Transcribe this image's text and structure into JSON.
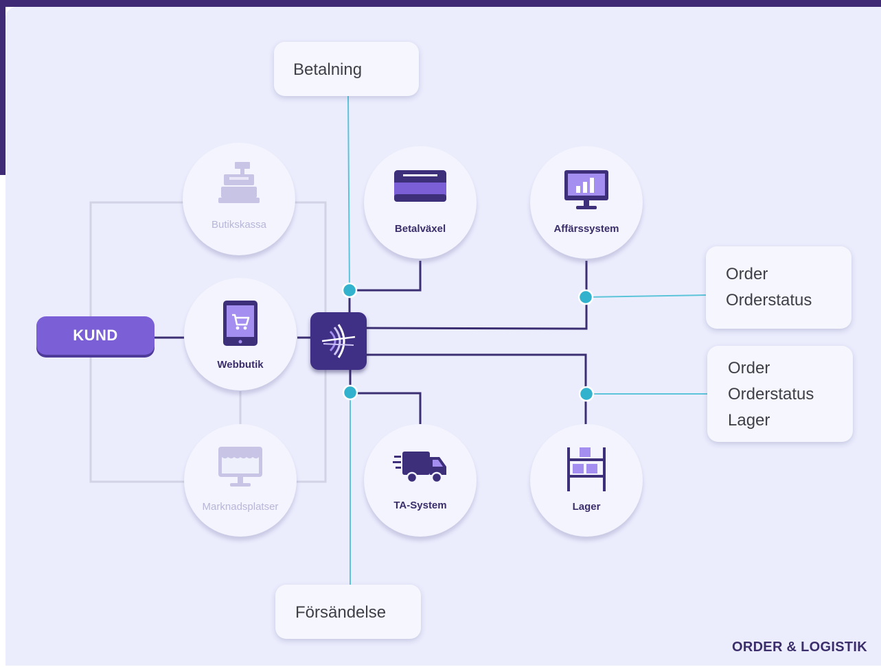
{
  "labels": {
    "payment": "Betalning",
    "shipping": "Försändelse",
    "order_status_1": [
      "Order",
      "Orderstatus"
    ],
    "order_status_2": [
      "Order",
      "Orderstatus",
      "Lager"
    ]
  },
  "customer": "KUND",
  "nodes": {
    "butikskassa": "Butikskassa",
    "webbutik": "Webbutik",
    "marknadsplatser": "Marknadsplatser",
    "betalvaxel": "Betalväxel",
    "affarssystem": "Affärssystem",
    "ta_system": "TA-System",
    "lager": "Lager"
  },
  "footer": "ORDER & LOGISTIK",
  "icons": {
    "butikskassa": "cash-register-icon",
    "webbutik": "tablet-cart-icon",
    "marknadsplatser": "storefront-monitor-icon",
    "betalvaxel": "credit-card-icon",
    "affarssystem": "monitor-chart-icon",
    "ta_system": "delivery-truck-icon",
    "lager": "warehouse-shelf-icon",
    "hub": "brand-logo-icon"
  },
  "colors": {
    "background": "#ebedfd",
    "frame": "#3f2a76",
    "primary_wire": "#3b2e72",
    "secondary_wire": "#5bc4d8",
    "faded_wire": "#d2d4e6",
    "customer_button": "#7a5fd6",
    "hub": "#3f2f85",
    "connector_dot": "#32b2cc"
  }
}
